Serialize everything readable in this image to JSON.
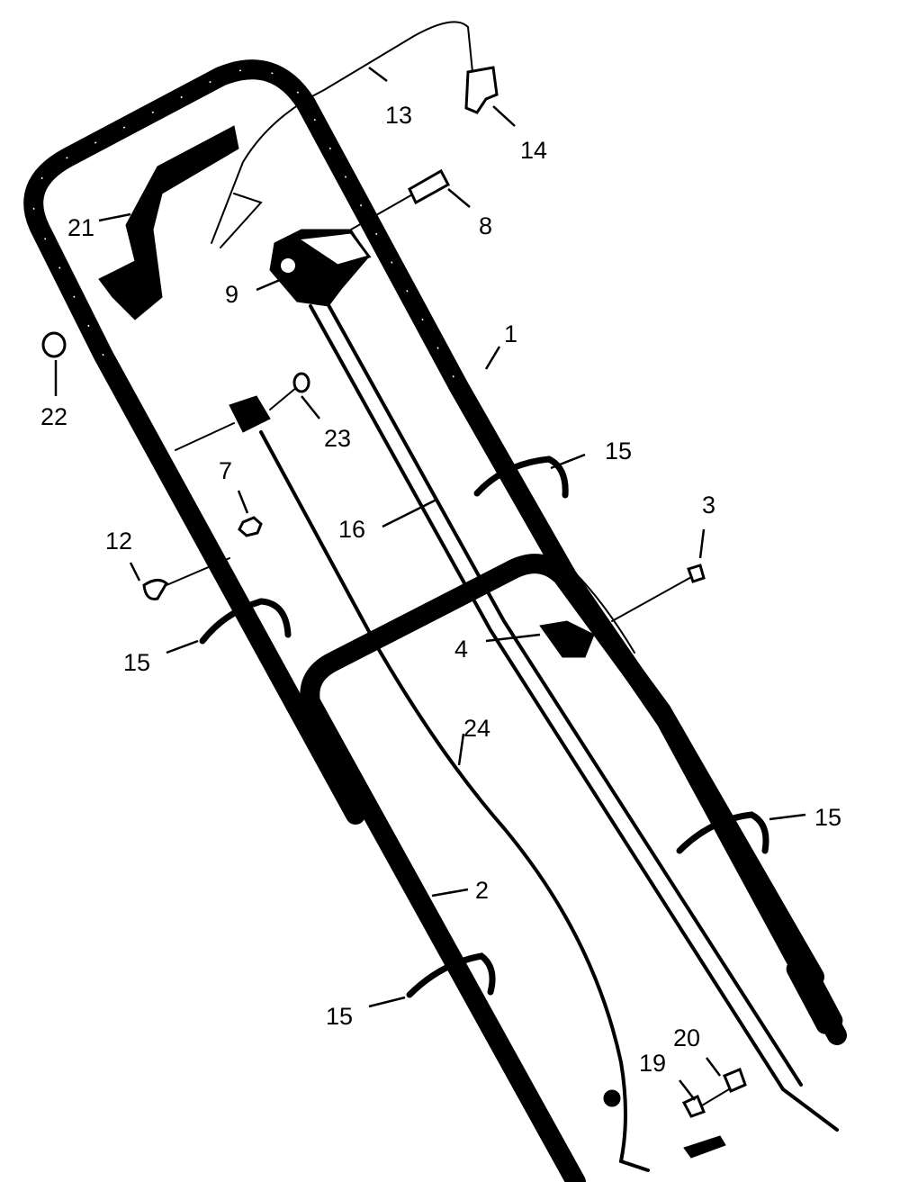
{
  "diagram": {
    "parts": [
      {
        "id": "1",
        "label": "1"
      },
      {
        "id": "2",
        "label": "2"
      },
      {
        "id": "3",
        "label": "3"
      },
      {
        "id": "4",
        "label": "4"
      },
      {
        "id": "7",
        "label": "7"
      },
      {
        "id": "8",
        "label": "8"
      },
      {
        "id": "9",
        "label": "9"
      },
      {
        "id": "12",
        "label": "12"
      },
      {
        "id": "13",
        "label": "13"
      },
      {
        "id": "14",
        "label": "14"
      },
      {
        "id": "15a",
        "label": "15"
      },
      {
        "id": "15b",
        "label": "15"
      },
      {
        "id": "15c",
        "label": "15"
      },
      {
        "id": "15d",
        "label": "15"
      },
      {
        "id": "16",
        "label": "16"
      },
      {
        "id": "19",
        "label": "19"
      },
      {
        "id": "20",
        "label": "20"
      },
      {
        "id": "21",
        "label": "21"
      },
      {
        "id": "22",
        "label": "22"
      },
      {
        "id": "23",
        "label": "23"
      },
      {
        "id": "24",
        "label": "24"
      }
    ]
  }
}
